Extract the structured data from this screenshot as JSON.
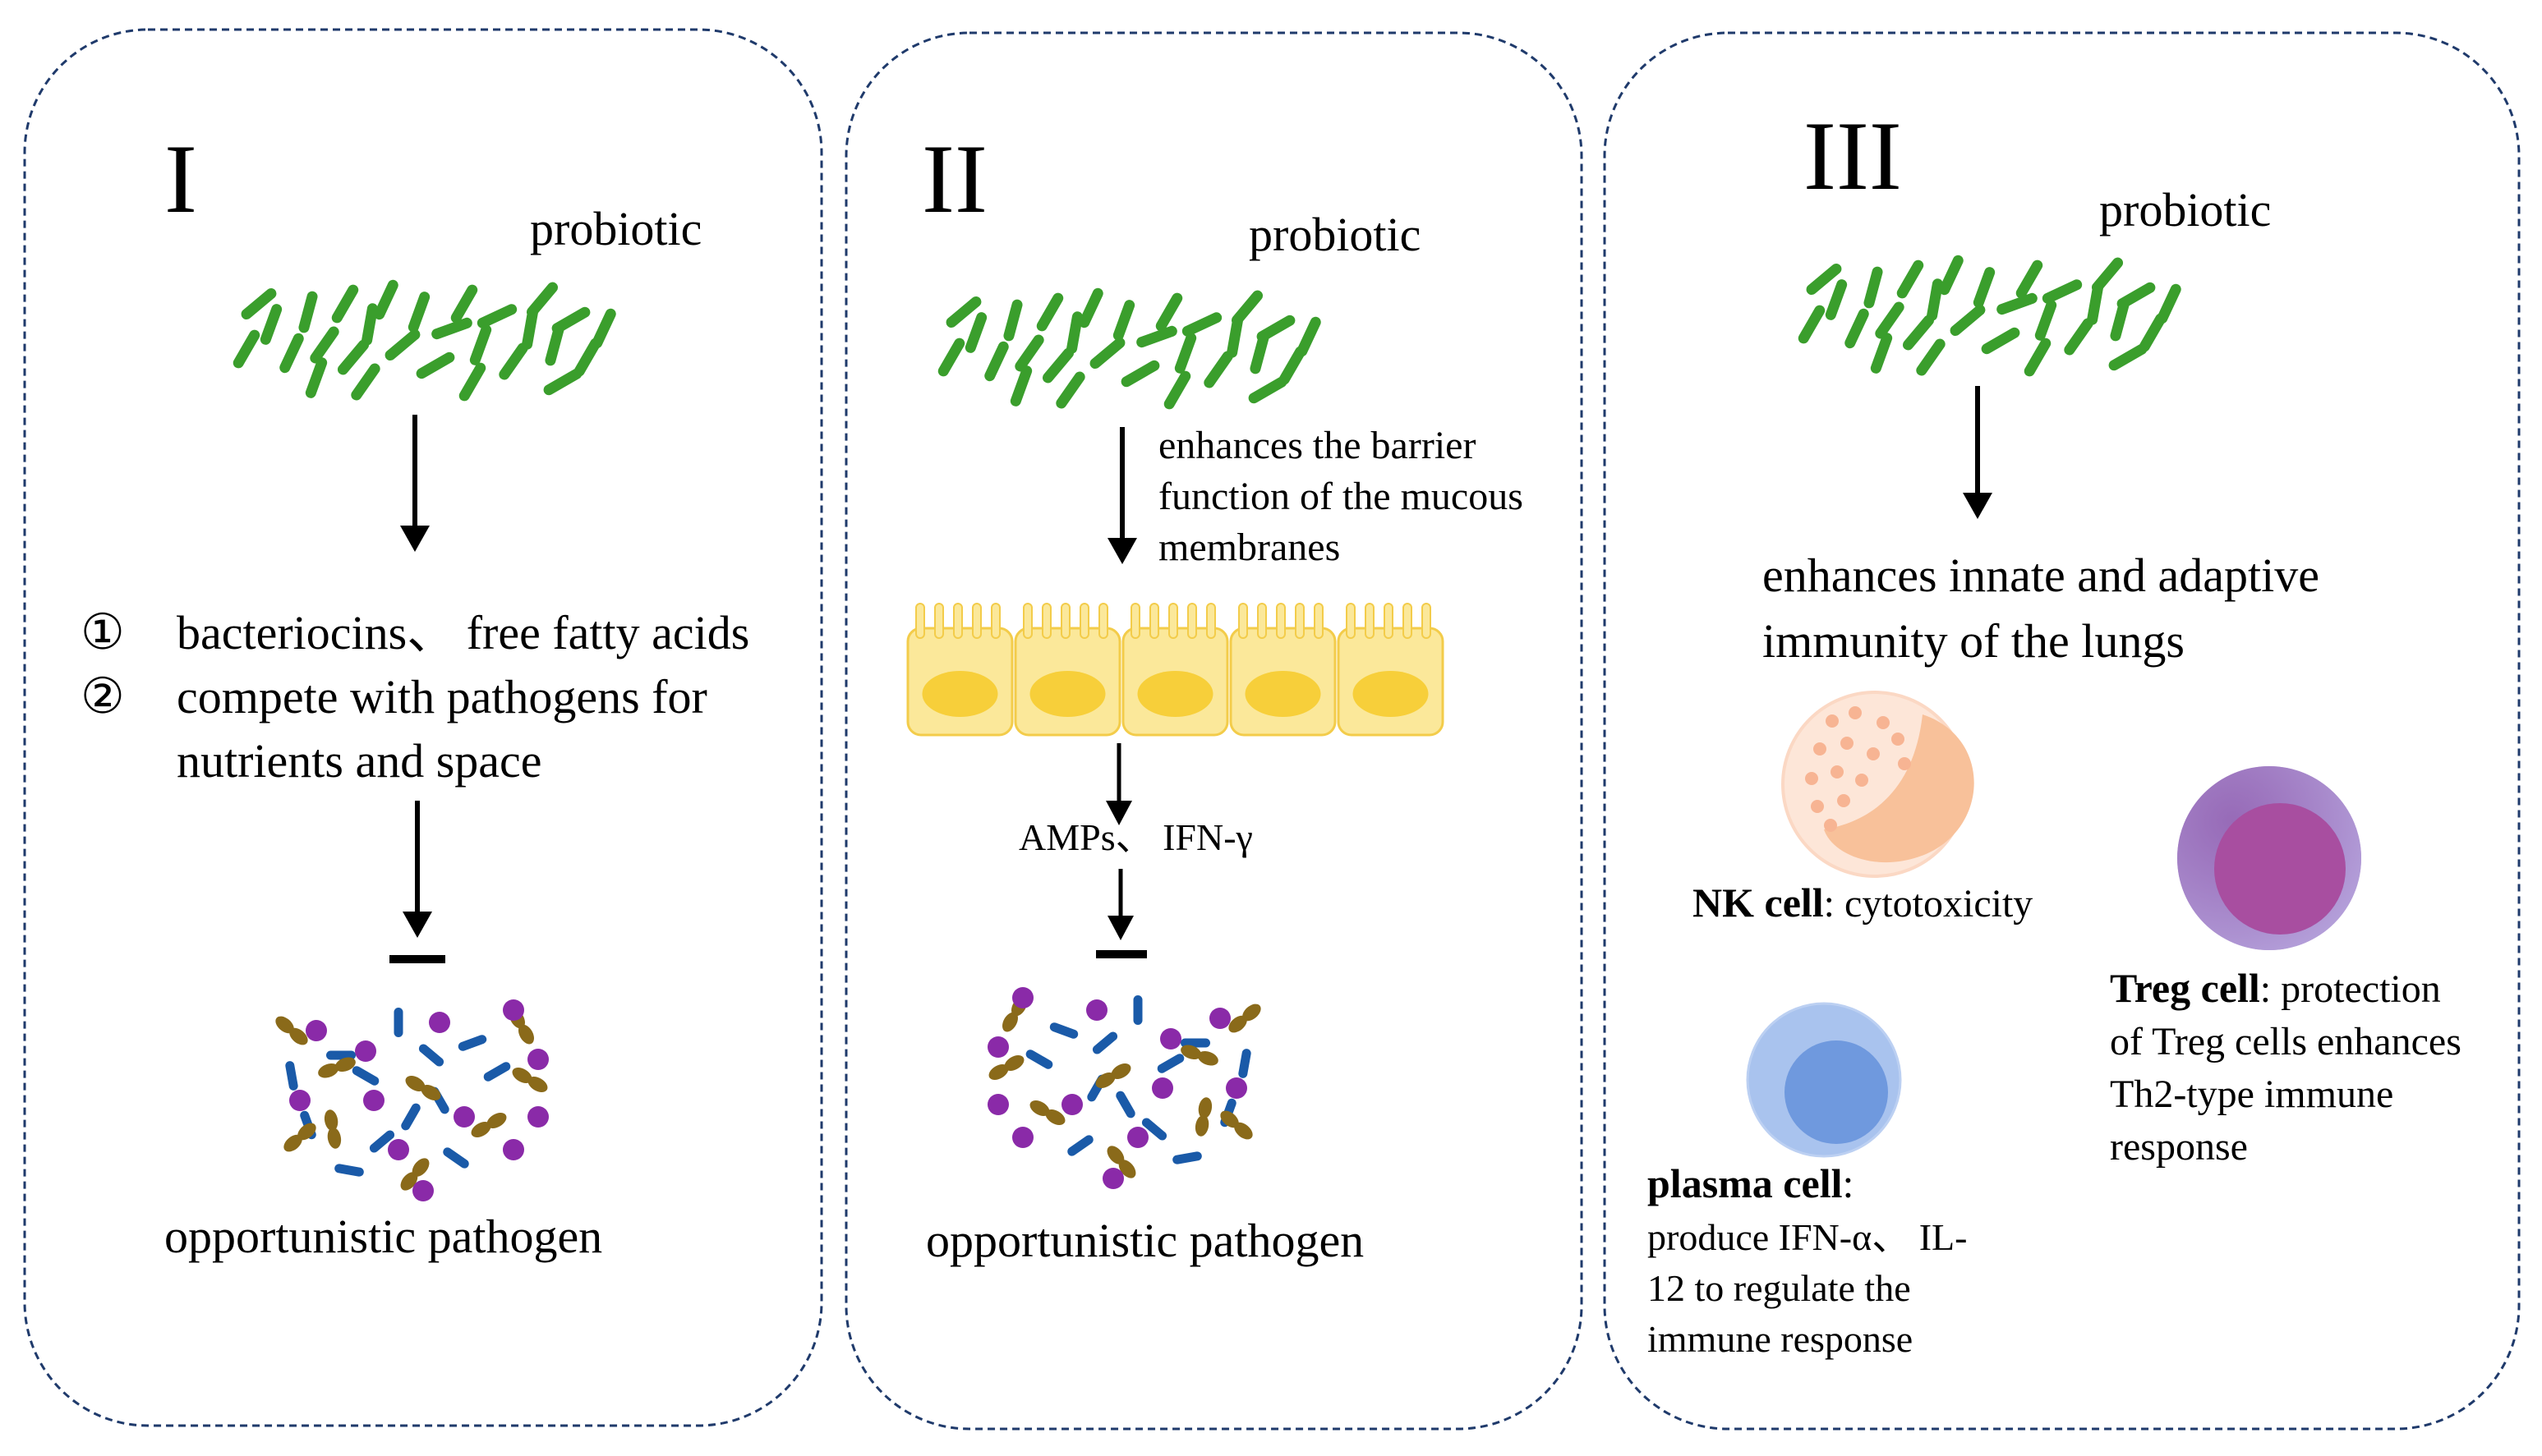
{
  "colors": {
    "panel_border": "#1f3a6b",
    "probiotic": "#3a9e2c",
    "pathogen_purple": "#8a2aa8",
    "pathogen_blue": "#1a5aa8",
    "pathogen_brown": "#8a6a1a",
    "epithelium_fill": "#fbe89a",
    "epithelium_stroke": "#f3cc4a",
    "nucleus": "#f7cf3a",
    "nk_outer": "#fde6d8",
    "nk_inner": "#f8c19a",
    "nk_dots": "#f7b493",
    "treg_outer": "#a07ac0",
    "treg_inner": "#a84ea0",
    "plasma_outer": "#a9c3ee",
    "plasma_inner": "#6f99de"
  },
  "panel1": {
    "numeral": "I",
    "probiotic_label": "probiotic",
    "item1_marker": "①",
    "item1_text": "bacteriocins、 free fatty acids",
    "item2_marker": "②",
    "item2_text_line1": "compete with pathogens for",
    "item2_text_line2": "nutrients and space",
    "pathogen_label": "opportunistic pathogen"
  },
  "panel2": {
    "numeral": "II",
    "probiotic_label": "probiotic",
    "barrier_line1": "enhances the barrier",
    "barrier_line2": "function of the mucous",
    "barrier_line3": "membranes",
    "amps_label": "AMPs、 IFN-γ",
    "pathogen_label": "opportunistic pathogen"
  },
  "panel3": {
    "numeral": "III",
    "probiotic_label": "probiotic",
    "immunity_line1": "enhances innate and adaptive",
    "immunity_line2": "immunity of the lungs",
    "nk_bold": "NK cell",
    "nk_rest": ": cytotoxicity",
    "treg_bold": "Treg cell",
    "treg_rest": ": protection",
    "treg_line2": "of Treg cells enhances",
    "treg_line3": "Th2-type immune",
    "treg_line4": "response",
    "plasma_bold": "plasma cell",
    "plasma_rest": ":",
    "plasma_line2": "produce IFN-α、 IL-",
    "plasma_line3": "12 to regulate the",
    "plasma_line4": "immune response"
  }
}
